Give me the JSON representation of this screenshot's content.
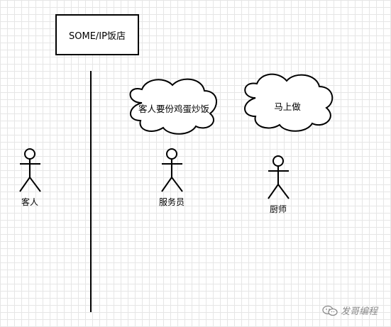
{
  "title_box": {
    "text": "SOME/IP饭店"
  },
  "actors": {
    "customer": {
      "label": "客人"
    },
    "waiter": {
      "label": "服务员"
    },
    "chef": {
      "label": "厨师"
    }
  },
  "clouds": {
    "order": {
      "text": "客人要份鸡蛋炒饭"
    },
    "reply": {
      "text": "马上做"
    }
  },
  "watermark": {
    "text": "发哥编程",
    "icon": "wechat-icon"
  },
  "colors": {
    "stroke": "#000000",
    "grid": "#e6e6e6",
    "watermark": "#8a8a8a"
  }
}
